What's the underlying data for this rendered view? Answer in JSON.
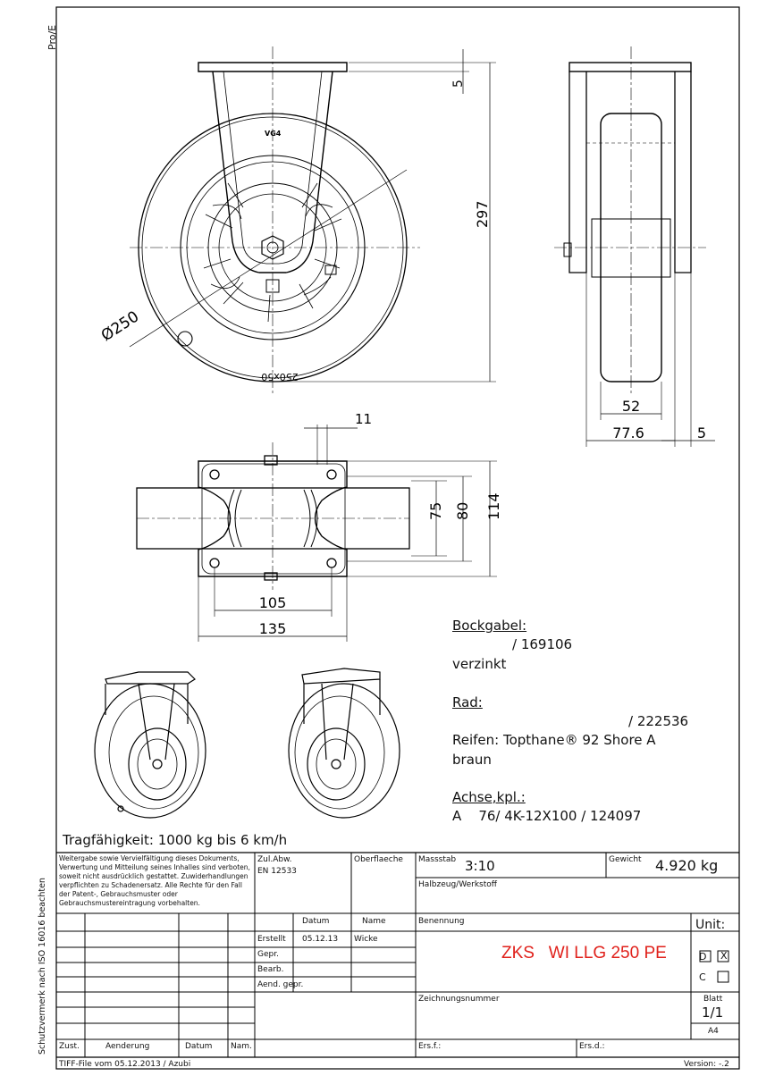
{
  "margin_left": "Pro/E",
  "margin_side": "Schutzvermerk nach ISO 16016 beachten",
  "dims": {
    "d5_top": "5",
    "d297": "297",
    "d250": "Ø250",
    "d52": "52",
    "d77_6": "77.6",
    "d5_side": "5",
    "d11": "11",
    "d75": "75",
    "d80": "80",
    "d114": "114",
    "d105": "105",
    "d135": "135",
    "bracket_mark": "VG4",
    "tyre_mark": "250x50"
  },
  "notes": {
    "bockgabel_title": "Bockgabel:",
    "bockgabel_num": "/ 169106",
    "bockgabel_finish": "verzinkt",
    "rad_title": "Rad:",
    "rad_num": "/ 222536",
    "reifen": "Reifen: Topthane® 92 Shore A",
    "farbe": "braun",
    "achse_title": "Achse,kpl.:",
    "achse_value": "A    76/ 4K-12X100 / 124097",
    "tragfaehigkeit": "Tragfähigkeit: 1000 kg bis 6 km/h"
  },
  "titleblock": {
    "legal": "Weitergabe sowie Vervielfältigung dieses Dokuments, Verwertung und Mitteilung seines Inhalles sind verboten, soweit nicht ausdrücklich gestattet. Zuwiderhandlungen verpflichten zu Schadenersatz. Alle Rechte für den Fall der Patent-, Gebrauchsmuster oder Gebrauchsmustereintragung vorbehalten.",
    "zul_abw_label": "Zul.Abw.",
    "zul_abw_value": "EN 12533",
    "oberflaeche_label": "Oberflaeche",
    "massstab_label": "Massstab",
    "massstab_value": "3:10",
    "gewicht_label": "Gewicht",
    "gewicht_value": "4.920 kg",
    "halbzeug_label": "Halbzeug/Werkstoff",
    "datum_label": "Datum",
    "name_label": "Name",
    "erstellt_label": "Erstellt",
    "erstellt_datum": "05.12.13",
    "erstellt_name": "Wicke",
    "gepr_label": "Gepr.",
    "bearb_label": "Bearb.",
    "aend_label": "Aend. gepr.",
    "benennung_label": "Benennung",
    "benennung_value": "ZKS   WI LLG 250 PE",
    "unit_label": "Unit:",
    "unit_d": "D",
    "unit_d_box": "X",
    "unit_c": "C",
    "zeichnungsnummer_label": "Zeichnungsnummer",
    "blatt_label": "Blatt",
    "blatt_value": "1/1",
    "format": "A4",
    "zust_label": "Zust.",
    "aenderung_label": "Aenderung",
    "datum_col": "Datum",
    "nam_col": "Nam.",
    "ers_f_label": "Ers.f.:",
    "ers_d_label": "Ers.d.:",
    "tiff_note": "TIFF-File vom 05.12.2013 / Azubi",
    "version": "Version: -.2"
  }
}
